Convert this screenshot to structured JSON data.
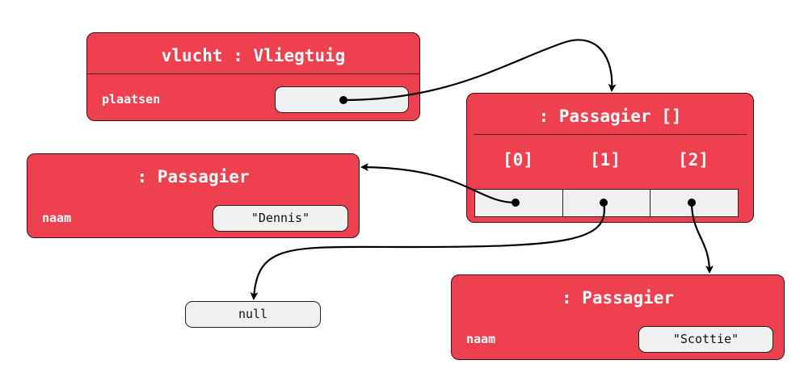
{
  "vliegtuig": {
    "title": "vlucht : Vliegtuig",
    "field": "plaatsen"
  },
  "array": {
    "title": ": Passagier []",
    "indices": [
      "[0]",
      "[1]",
      "[2]"
    ]
  },
  "passagier_dennis": {
    "title": ": Passagier",
    "field": "naam",
    "value": "\"Dennis\""
  },
  "passagier_scottie": {
    "title": ": Passagier",
    "field": "naam",
    "value": "\"Scottie\""
  },
  "null_value": "null",
  "colors": {
    "box_fill": "#ef404f",
    "value_fill": "#f0f0f0",
    "arrow": "#000000"
  }
}
